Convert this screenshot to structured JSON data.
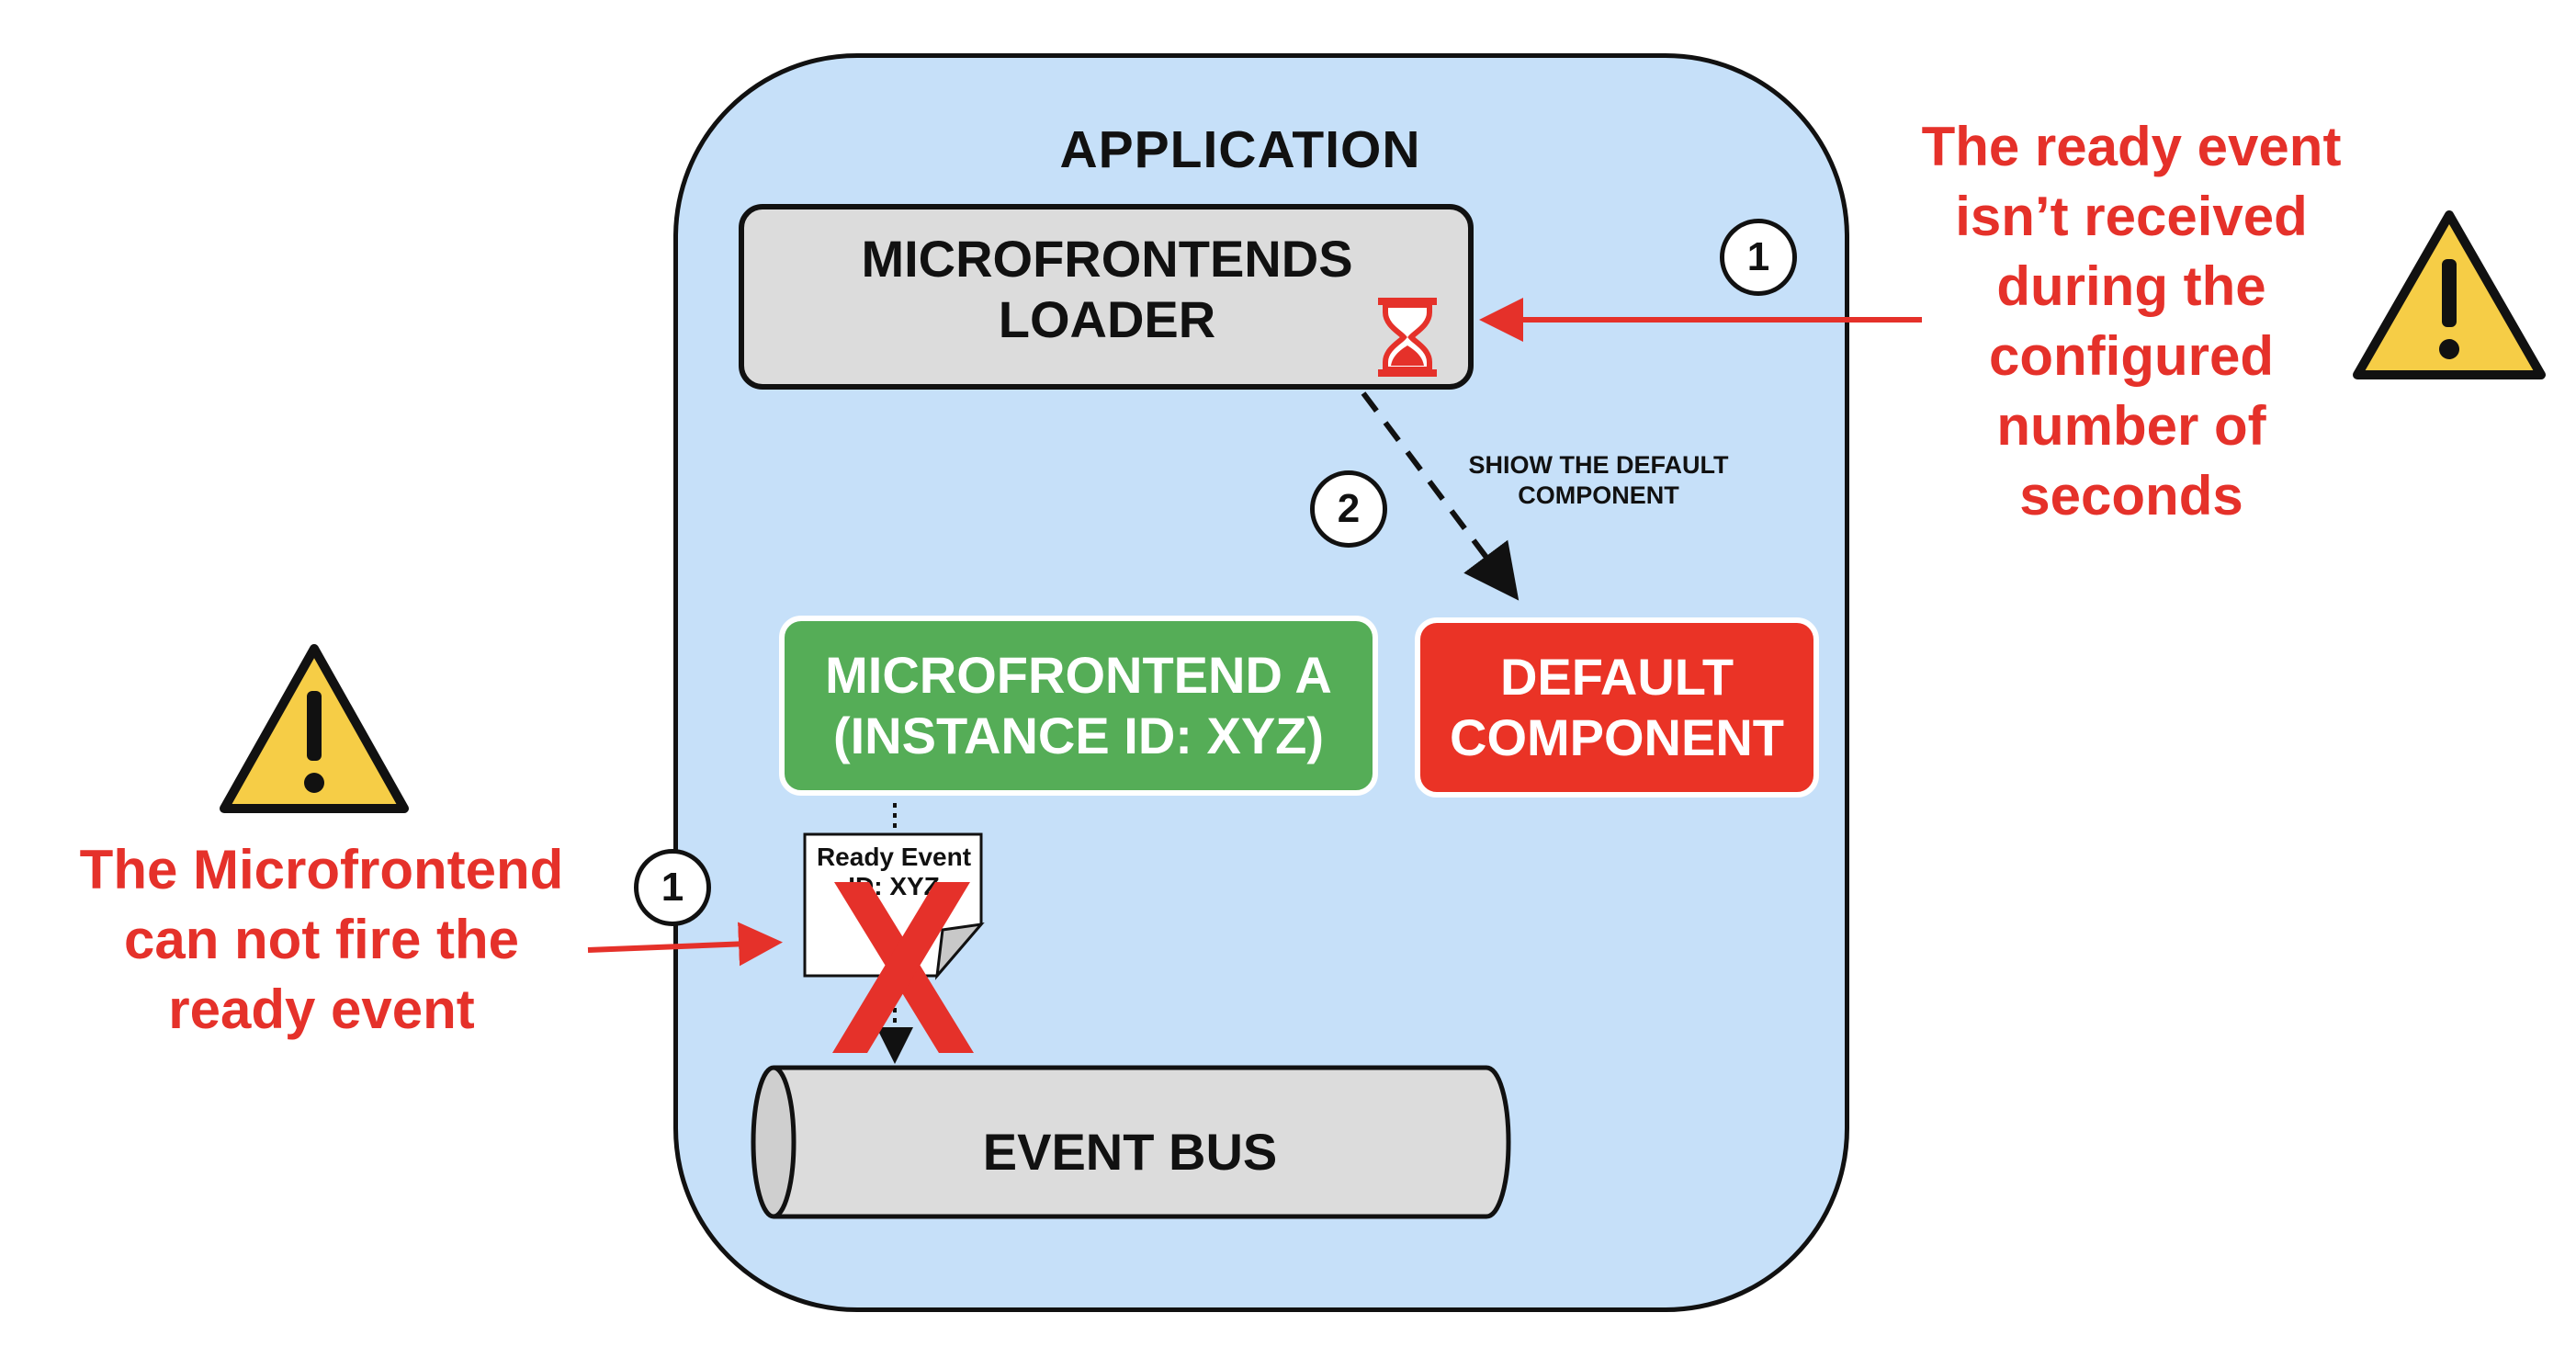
{
  "application": {
    "title": "APPLICATION"
  },
  "loader": {
    "line1": "MICROFRONTENDS",
    "line2": "LOADER",
    "icon": "hourglass-icon"
  },
  "microfrontend_a": {
    "line1": "MICROFRONTEND A",
    "line2": "(INSTANCE ID: XYZ)"
  },
  "default_component": {
    "line1": "DEFAULT",
    "line2": "COMPONENT"
  },
  "event_bus": {
    "label": "EVENT BUS"
  },
  "show_default": {
    "line1": "SHIOW THE DEFAULT",
    "line2": "COMPONENT"
  },
  "steps": {
    "right": "1",
    "middle": "2",
    "left": "1"
  },
  "ready_note": {
    "line1": "Ready Event",
    "line2": "ID: XYZ"
  },
  "right_callout": {
    "lines": [
      "The ready event",
      "isn’t received",
      "during the",
      "configured",
      "number of",
      "seconds"
    ]
  },
  "left_callout": {
    "lines": [
      "The Microfrontend",
      "can not fire the",
      "ready event"
    ]
  },
  "colors": {
    "application_bg": "#c6e0f9",
    "loader_bg": "#dcdcdc",
    "microfrontend_bg": "#55ad57",
    "default_bg": "#ea3326",
    "callout_text": "#e5312a",
    "warning_yellow": "#f6cd46",
    "cross_red": "#e5312a"
  }
}
